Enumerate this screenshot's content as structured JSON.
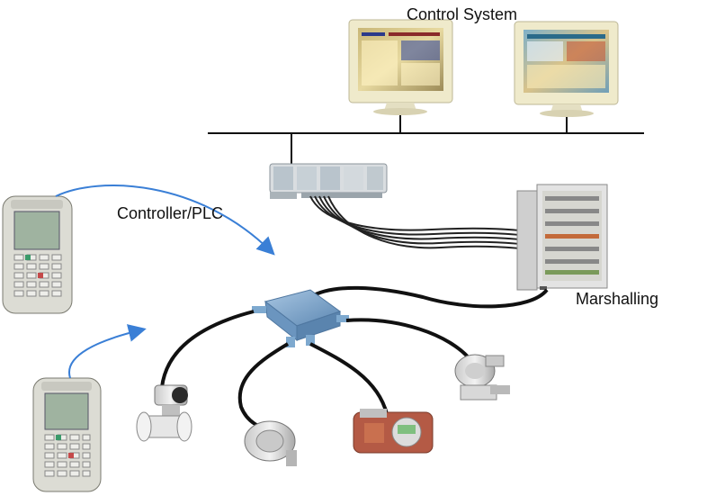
{
  "labels": {
    "control_system": "Control System",
    "controller_plc": "Controller/PLC",
    "marshalling": "Marshalling"
  },
  "colors": {
    "cable": "#111111",
    "arrow": "#3a7fd6",
    "junction_box": "#7ea9cf",
    "monitor_frame": "#efeacb",
    "handheld_body": "#dcdcd4",
    "cabinet": "#dedede",
    "transmitter_red": "#b45a45"
  },
  "icons": {
    "monitors": [
      "monitor-icon",
      "monitor-icon"
    ],
    "handhelds": [
      "handheld-communicator-icon",
      "handheld-communicator-icon"
    ],
    "field_devices": [
      "flowmeter-icon",
      "temperature-transmitter-icon",
      "pressure-transmitter-icon",
      "level-transmitter-icon"
    ]
  }
}
